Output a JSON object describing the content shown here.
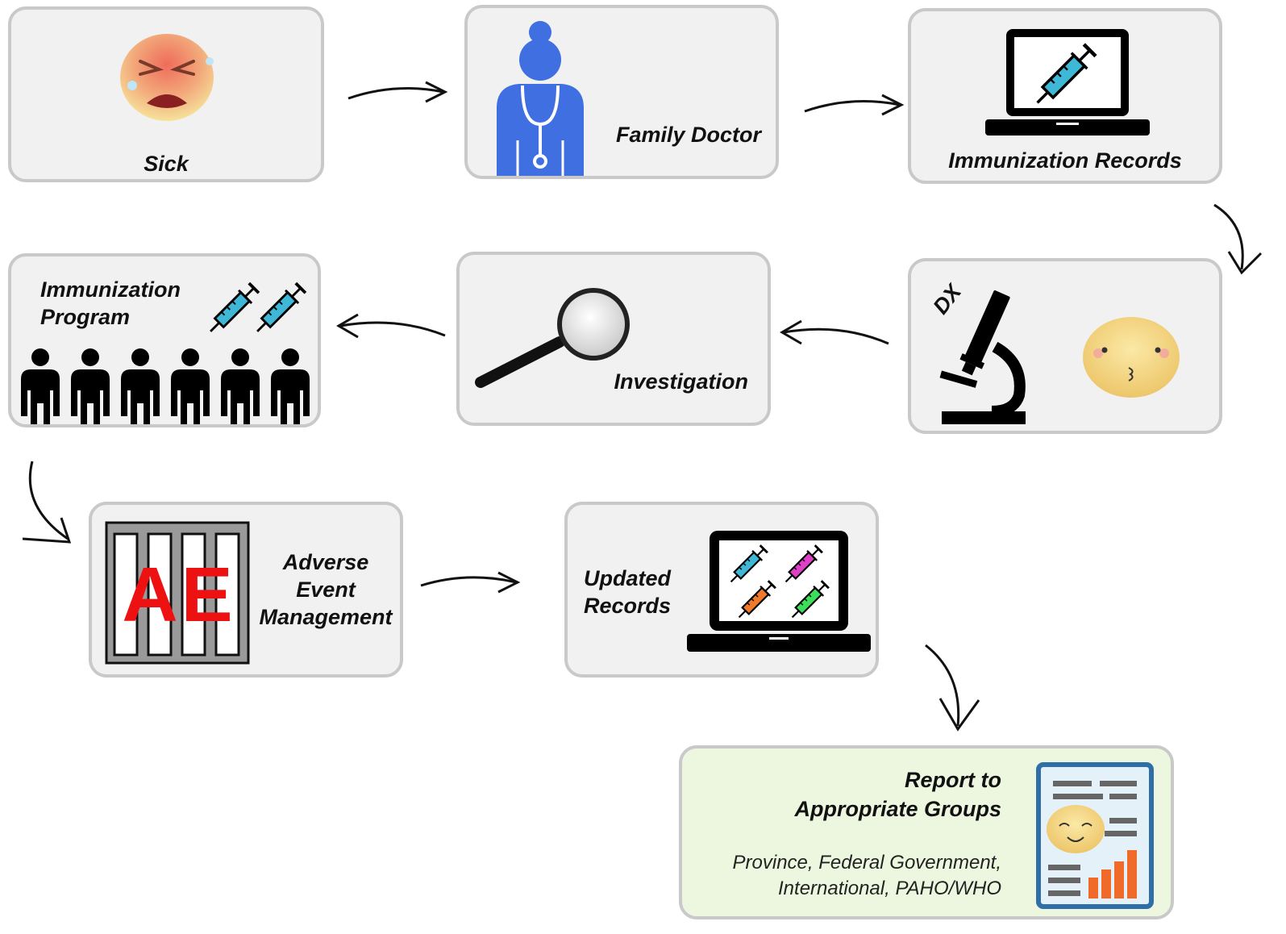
{
  "steps": {
    "sick": {
      "label": "Sick"
    },
    "doctor": {
      "label": "Family Doctor"
    },
    "records": {
      "label": "Immunization Records"
    },
    "diagnosis": {
      "label": "DX"
    },
    "investigation": {
      "label": "Investigation"
    },
    "program": {
      "line1": "Immunization",
      "line2": "Program"
    },
    "adverse": {
      "line1": "Adverse",
      "line2": "Event",
      "line3": "Management",
      "badge": "AE"
    },
    "updated": {
      "line1": "Updated",
      "line2": "Records"
    },
    "report": {
      "line1": "Report to",
      "line2": "Appropriate Groups",
      "sub1": "Province, Federal Government,",
      "sub2": "International, PAHO/WHO"
    }
  },
  "colors": {
    "card_bg": "#f1f1f1",
    "card_border": "#c9c9c9",
    "report_bg": "#edf7df",
    "doctor_blue": "#3f6fe0",
    "syringe_cyan": "#3fb7d6",
    "ae_red": "#ee1111"
  },
  "icons": [
    "sick-face-icon",
    "doctor-icon",
    "laptop-syringe-icon",
    "microscope-icon",
    "calm-face-icon",
    "magnifier-icon",
    "crowd-icon",
    "syringe-icon",
    "ae-bars-icon",
    "laptop-multi-syringe-icon",
    "report-document-icon"
  ]
}
